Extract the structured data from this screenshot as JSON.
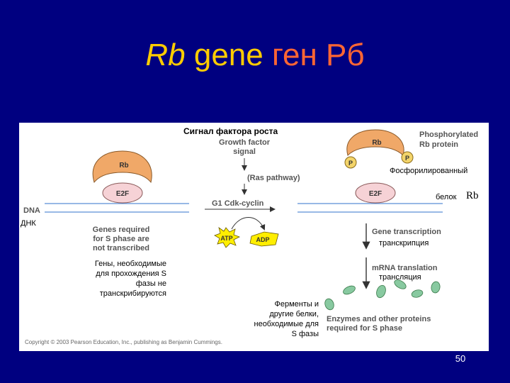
{
  "title": {
    "italic": "Rb",
    "english": " gene",
    "russian": " ген Рб"
  },
  "diagram": {
    "signal_ru": "Сигнал фактора роста",
    "signal_en_1": "Growth factor",
    "signal_en_2": "signal",
    "ras": "(Ras pathway)",
    "cdk": "G1 Cdk-cyclin",
    "atp": "ATP",
    "adp": "ADP",
    "rb": "Rb",
    "e2f": "E2F",
    "p": "P",
    "phospho_en_1": "Phosphorylated",
    "phospho_en_2": "Rb protein",
    "phospho_ru": "Фосфорилированный",
    "belok": "белок",
    "rb_serif": "Rb",
    "dna_en": "DNA",
    "dna_ru": "ДНК",
    "genes_en_1": "Genes required",
    "genes_en_2": "for S phase are",
    "genes_en_3": "not transcribed",
    "genes_ru_1": "Гены, необходимые",
    "genes_ru_2": "для прохождения S",
    "genes_ru_3": "фазы не",
    "genes_ru_4": "транскрибируются",
    "gene_tx_en": "Gene transcription",
    "gene_tx_ru": "транскрипция",
    "mrna_en": "mRNA translation",
    "mrna_ru": "трансляция",
    "enz_ru_1": "Ферменты и",
    "enz_ru_2": "другие белки,",
    "enz_ru_3": "необходимые для",
    "enz_ru_4": "S фазы",
    "enz_en_1": "Enzymes and other proteins",
    "enz_en_2": "required for S phase",
    "copyright": "Copyright © 2003 Pearson Education, Inc., publishing as Benjamin Cummings."
  },
  "page_number": "50",
  "colors": {
    "background": "#000080",
    "title_english": "#ffcc00",
    "title_russian": "#ff6633",
    "rb_protein": "#f0a868",
    "e2f": "#f6d2d6",
    "dna_line": "#5b8fd6",
    "atp_star": "#ffee00",
    "adp_shape": "#ffee00",
    "enzymes": "#88c9a0"
  }
}
